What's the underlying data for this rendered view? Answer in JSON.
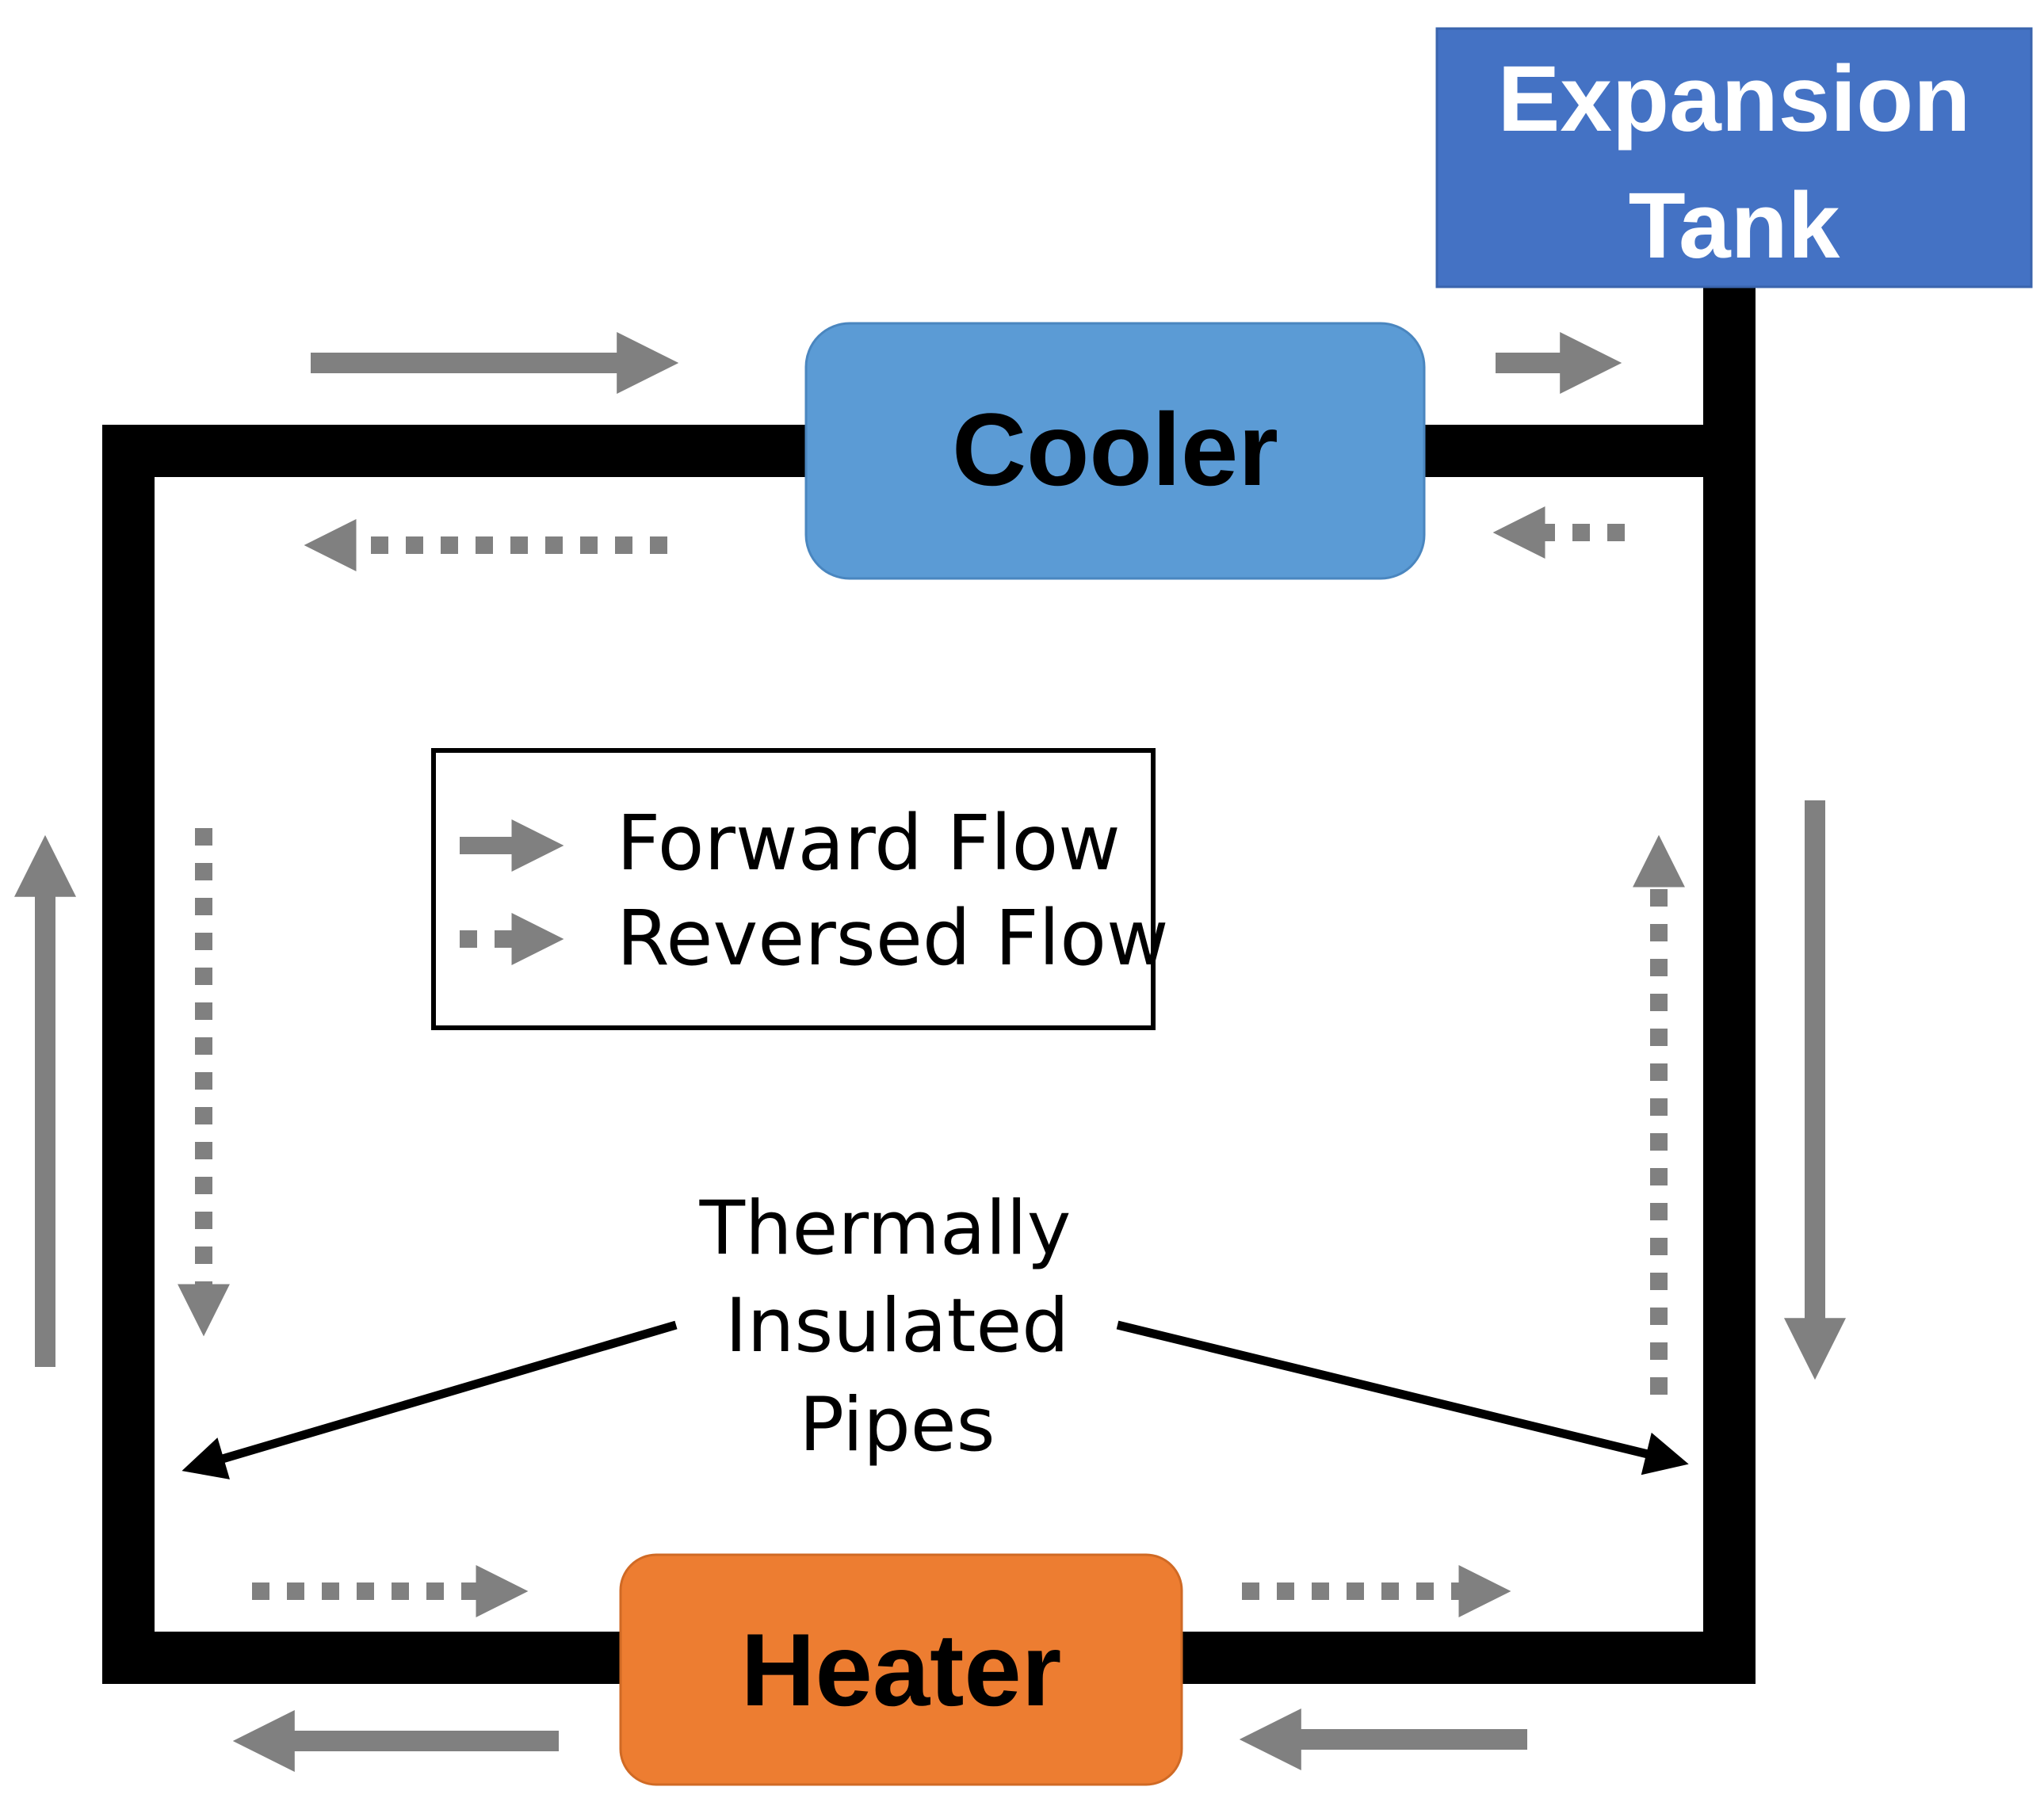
{
  "colors": {
    "pipe": "#000000",
    "arrow": "#808080",
    "tank": "#4472C4",
    "cooler": "#5B9BD5",
    "heater": "#ED7D31",
    "white_text": "#ffffff",
    "black_text": "#000000"
  },
  "tank": {
    "line1": "Expansion",
    "line2": "Tank"
  },
  "cooler": {
    "label": "Cooler"
  },
  "heater": {
    "label": "Heater"
  },
  "legend": {
    "forward": "Forward Flow",
    "reversed": "Reversed Flow"
  },
  "annotation": {
    "line1": "Thermally",
    "line2": "Insulated",
    "line3": "Pipes"
  }
}
